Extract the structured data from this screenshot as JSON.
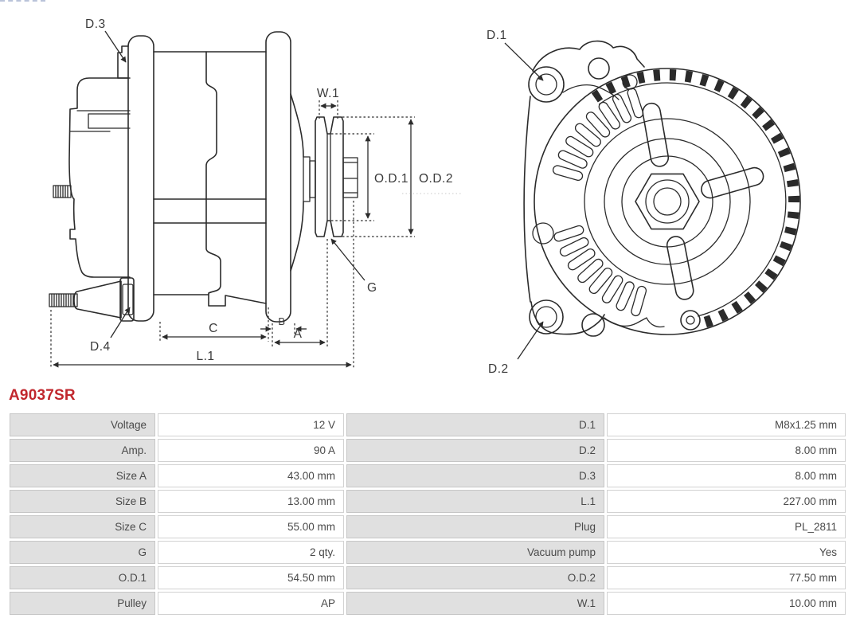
{
  "part_number": "A9037SR",
  "colors": {
    "part_number_red": "#c1272d",
    "diagram_line": "#2b2b2b",
    "table_label_bg": "#e0e0e0",
    "table_border": "#c6c6c6",
    "table_text": "#4a4a4a"
  },
  "side_view": {
    "labels": {
      "d3": "D.3",
      "d4": "D.4",
      "w1": "W.1",
      "od1": "O.D.1",
      "od2": "O.D.2",
      "g": "G",
      "a": "A",
      "b": "B",
      "c": "C",
      "l1": "L.1"
    }
  },
  "front_view": {
    "labels": {
      "d1": "D.1",
      "d2": "D.2"
    }
  },
  "spec_table": {
    "rows": [
      {
        "label_left": "Voltage",
        "value_left": "12 V",
        "label_right": "D.1",
        "value_right": "M8x1.25 mm"
      },
      {
        "label_left": "Amp.",
        "value_left": "90 A",
        "label_right": "D.2",
        "value_right": "8.00 mm"
      },
      {
        "label_left": "Size A",
        "value_left": "43.00 mm",
        "label_right": "D.3",
        "value_right": "8.00 mm"
      },
      {
        "label_left": "Size B",
        "value_left": "13.00 mm",
        "label_right": "L.1",
        "value_right": "227.00 mm"
      },
      {
        "label_left": "Size C",
        "value_left": "55.00 mm",
        "label_right": "Plug",
        "value_right": "PL_2811"
      },
      {
        "label_left": "G",
        "value_left": "2 qty.",
        "label_right": "Vacuum pump",
        "value_right": "Yes"
      },
      {
        "label_left": "O.D.1",
        "value_left": "54.50 mm",
        "label_right": "O.D.2",
        "value_right": "77.50 mm"
      },
      {
        "label_left": "Pulley",
        "value_left": "AP",
        "label_right": "W.1",
        "value_right": "10.00 mm"
      }
    ]
  }
}
